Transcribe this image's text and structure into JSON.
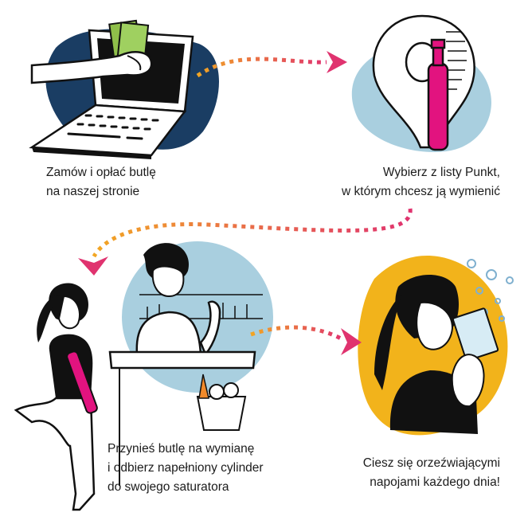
{
  "steps": [
    {
      "icon": "laptop-payment-illustration",
      "lines": [
        "Zamów i opłać butlę",
        "na naszej stronie"
      ]
    },
    {
      "icon": "map-pin-cylinder-illustration",
      "lines": [
        "Wybierz z listy Punkt,",
        "w którym chcesz ją wymienić"
      ]
    },
    {
      "icon": "shop-exchange-illustration",
      "lines": [
        "Przynieś butlę na wymianę",
        "i odbierz napełniony cylinder",
        "do swojego saturatora"
      ]
    },
    {
      "icon": "woman-drinking-illustration",
      "lines": [
        "Ciesz się orzeźwiającymi",
        "napojami każdego dnia!"
      ]
    }
  ],
  "colors": {
    "navy": "#1a3d63",
    "light_blue": "#a9cfdf",
    "yellow": "#f2b31b",
    "magenta": "#e2137f",
    "money_green": "#8fbf4a",
    "arrow_start": "#f2a623",
    "arrow_end": "#e0336f"
  }
}
